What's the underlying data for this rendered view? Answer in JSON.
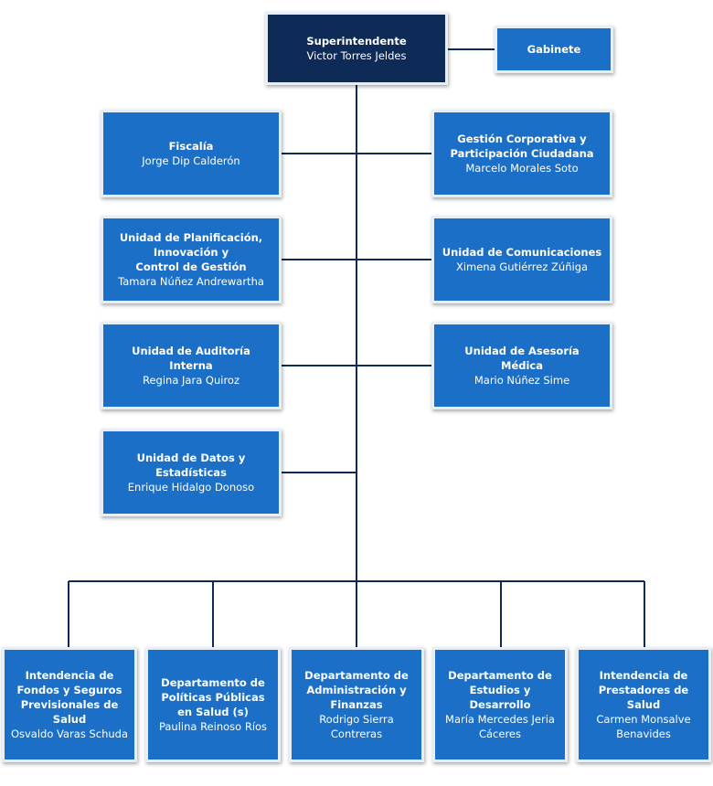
{
  "org_chart": {
    "head": {
      "title": "Superintendente",
      "person": "Victor Torres Jeldes"
    },
    "cabinet": {
      "title": "Gabinete"
    },
    "left_units": [
      {
        "title": "Fiscalía",
        "person": "Jorge Dip Calderón"
      },
      {
        "title": "Unidad de Planificación,\nInnovación y\nControl de Gestión",
        "person": "Tamara Núñez Andrewartha"
      },
      {
        "title": "Unidad de Auditoría\nInterna",
        "person": "Regina Jara Quiroz"
      },
      {
        "title": "Unidad de Datos y\nEstadísticas",
        "person": "Enrique Hidalgo Donoso"
      }
    ],
    "right_units": [
      {
        "title": "Gestión Corporativa y\nParticipación Ciudadana",
        "person": "Marcelo Morales Soto"
      },
      {
        "title": "Unidad de Comunicaciones",
        "person": "Ximena Gutiérrez Zúñiga"
      },
      {
        "title": "Unidad de Asesoría\nMédica",
        "person": "Mario Núñez Sime"
      }
    ],
    "departments": [
      {
        "title": "Intendencia de\nFondos y Seguros\nPrevisionales de Salud",
        "person": "Osvaldo Varas Schuda"
      },
      {
        "title": "Departamento de\nPolíticas Públicas\nen Salud (s)",
        "person": "Paulina Reinoso Ríos"
      },
      {
        "title": "Departamento de\nAdministración y\nFinanzas",
        "person": "Rodrigo Sierra Contreras"
      },
      {
        "title": "Departamento de\nEstudios y Desarrollo",
        "person": "María Mercedes Jeria\nCáceres"
      },
      {
        "title": "Intendencia de\nPrestadores de Salud",
        "person": "Carmen Monsalve\nBenavides"
      }
    ]
  }
}
